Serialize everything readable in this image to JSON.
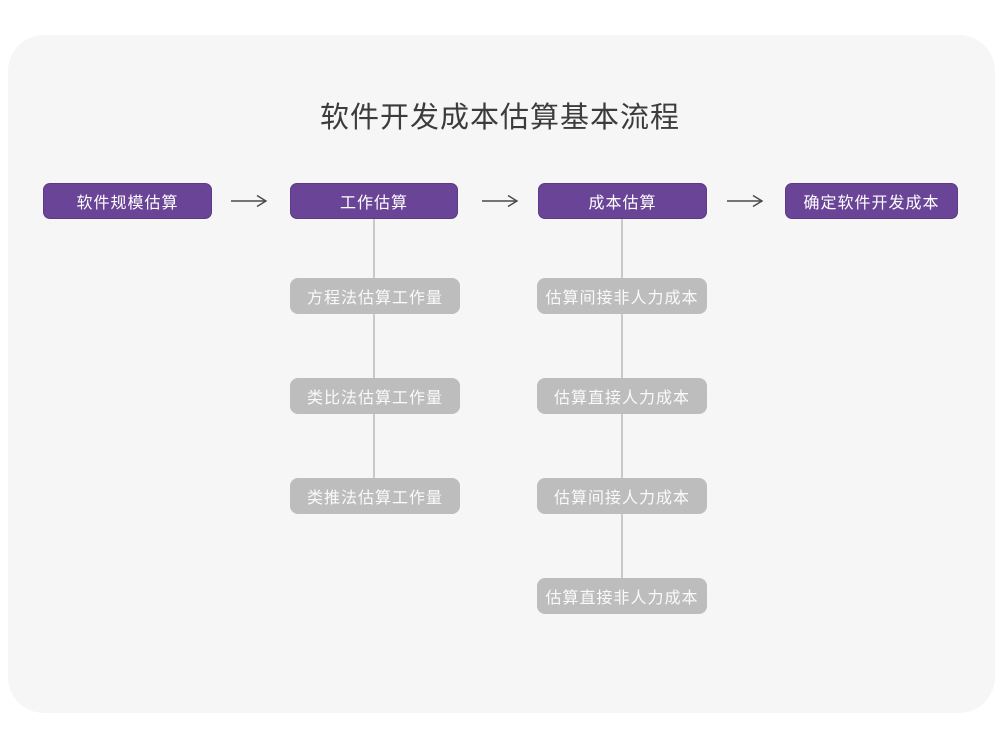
{
  "page": {
    "title": "软件开发成本估算基本流程"
  },
  "colors": {
    "card_background": "#f6f6f7",
    "page_background": "#ffffff",
    "primary_node": "#6a4597",
    "secondary_node": "#bdbdbd",
    "connector_line": "#c9c9c9",
    "arrow": "#4a4a4a",
    "title_text": "#3c3c3c"
  },
  "flow": {
    "main_steps": [
      {
        "label": "软件规模估算"
      },
      {
        "label": "工作估算"
      },
      {
        "label": "成本估算"
      },
      {
        "label": "确定软件开发成本"
      }
    ],
    "work_estimation_methods": [
      {
        "label": "方程法估算工作量"
      },
      {
        "label": "类比法估算工作量"
      },
      {
        "label": "类推法估算工作量"
      }
    ],
    "cost_estimation_steps": [
      {
        "label": "估算间接非人力成本"
      },
      {
        "label": "估算直接人力成本"
      },
      {
        "label": "估算间接人力成本"
      },
      {
        "label": "估算直接非人力成本"
      }
    ]
  }
}
